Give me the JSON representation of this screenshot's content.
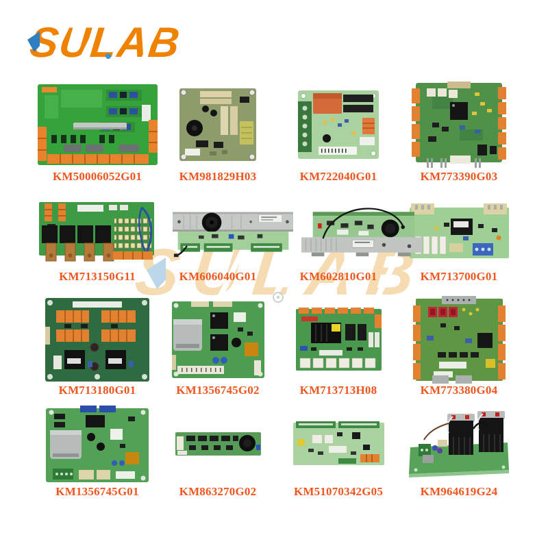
{
  "brand": {
    "name": "SULAB",
    "logo_color": "#ef8200",
    "logo_accent_blue": "#2d7fc1"
  },
  "watermark": {
    "text": "SULAB",
    "color": "#f6dcb2"
  },
  "label_color": "#f0561e",
  "products": [
    {
      "part_number": "KM50006052G01",
      "alt": "green pcb with orange edge connectors and blue jumpers"
    },
    {
      "part_number": "KM981829H03",
      "alt": "olive pcb with round black capacitor and beige connectors"
    },
    {
      "part_number": "KM722040G01",
      "alt": "pale green pcb with orange relay and green terminal block"
    },
    {
      "part_number": "KM773390G03",
      "alt": "green pcb with orange side connectors and black qfp chip"
    },
    {
      "part_number": "KM713150G11",
      "alt": "relay board with copper terminal tabs and blue wire"
    },
    {
      "part_number": "KM606040G01",
      "alt": "long board with metal bracket and round speaker"
    },
    {
      "part_number": "KM602810G01",
      "alt": "board on metal bracket with arched black wire"
    },
    {
      "part_number": "KM713700G01",
      "alt": "pcb with beige corner connectors and blue terminal"
    },
    {
      "part_number": "KM713180G01",
      "alt": "dark green pcb with four orange connectors and two relays"
    },
    {
      "part_number": "KM1356745G02",
      "alt": "pcb with sd-card slot and two black chips"
    },
    {
      "part_number": "KM713713H08",
      "alt": "pcb with black heatsink block and bottom connector row"
    },
    {
      "part_number": "KM773380G04",
      "alt": "pcb with red display digits and orange side connectors"
    },
    {
      "part_number": "KM1356745G01",
      "alt": "pcb with sd-card slot and blue top connectors"
    },
    {
      "part_number": "KM863270G02",
      "alt": "narrow pcb strip with round speaker"
    },
    {
      "part_number": "KM51070342G05",
      "alt": "light green pcb with green terminal strips"
    },
    {
      "part_number": "KM964619G24",
      "alt": "board with two black transformers and wiring"
    }
  ]
}
